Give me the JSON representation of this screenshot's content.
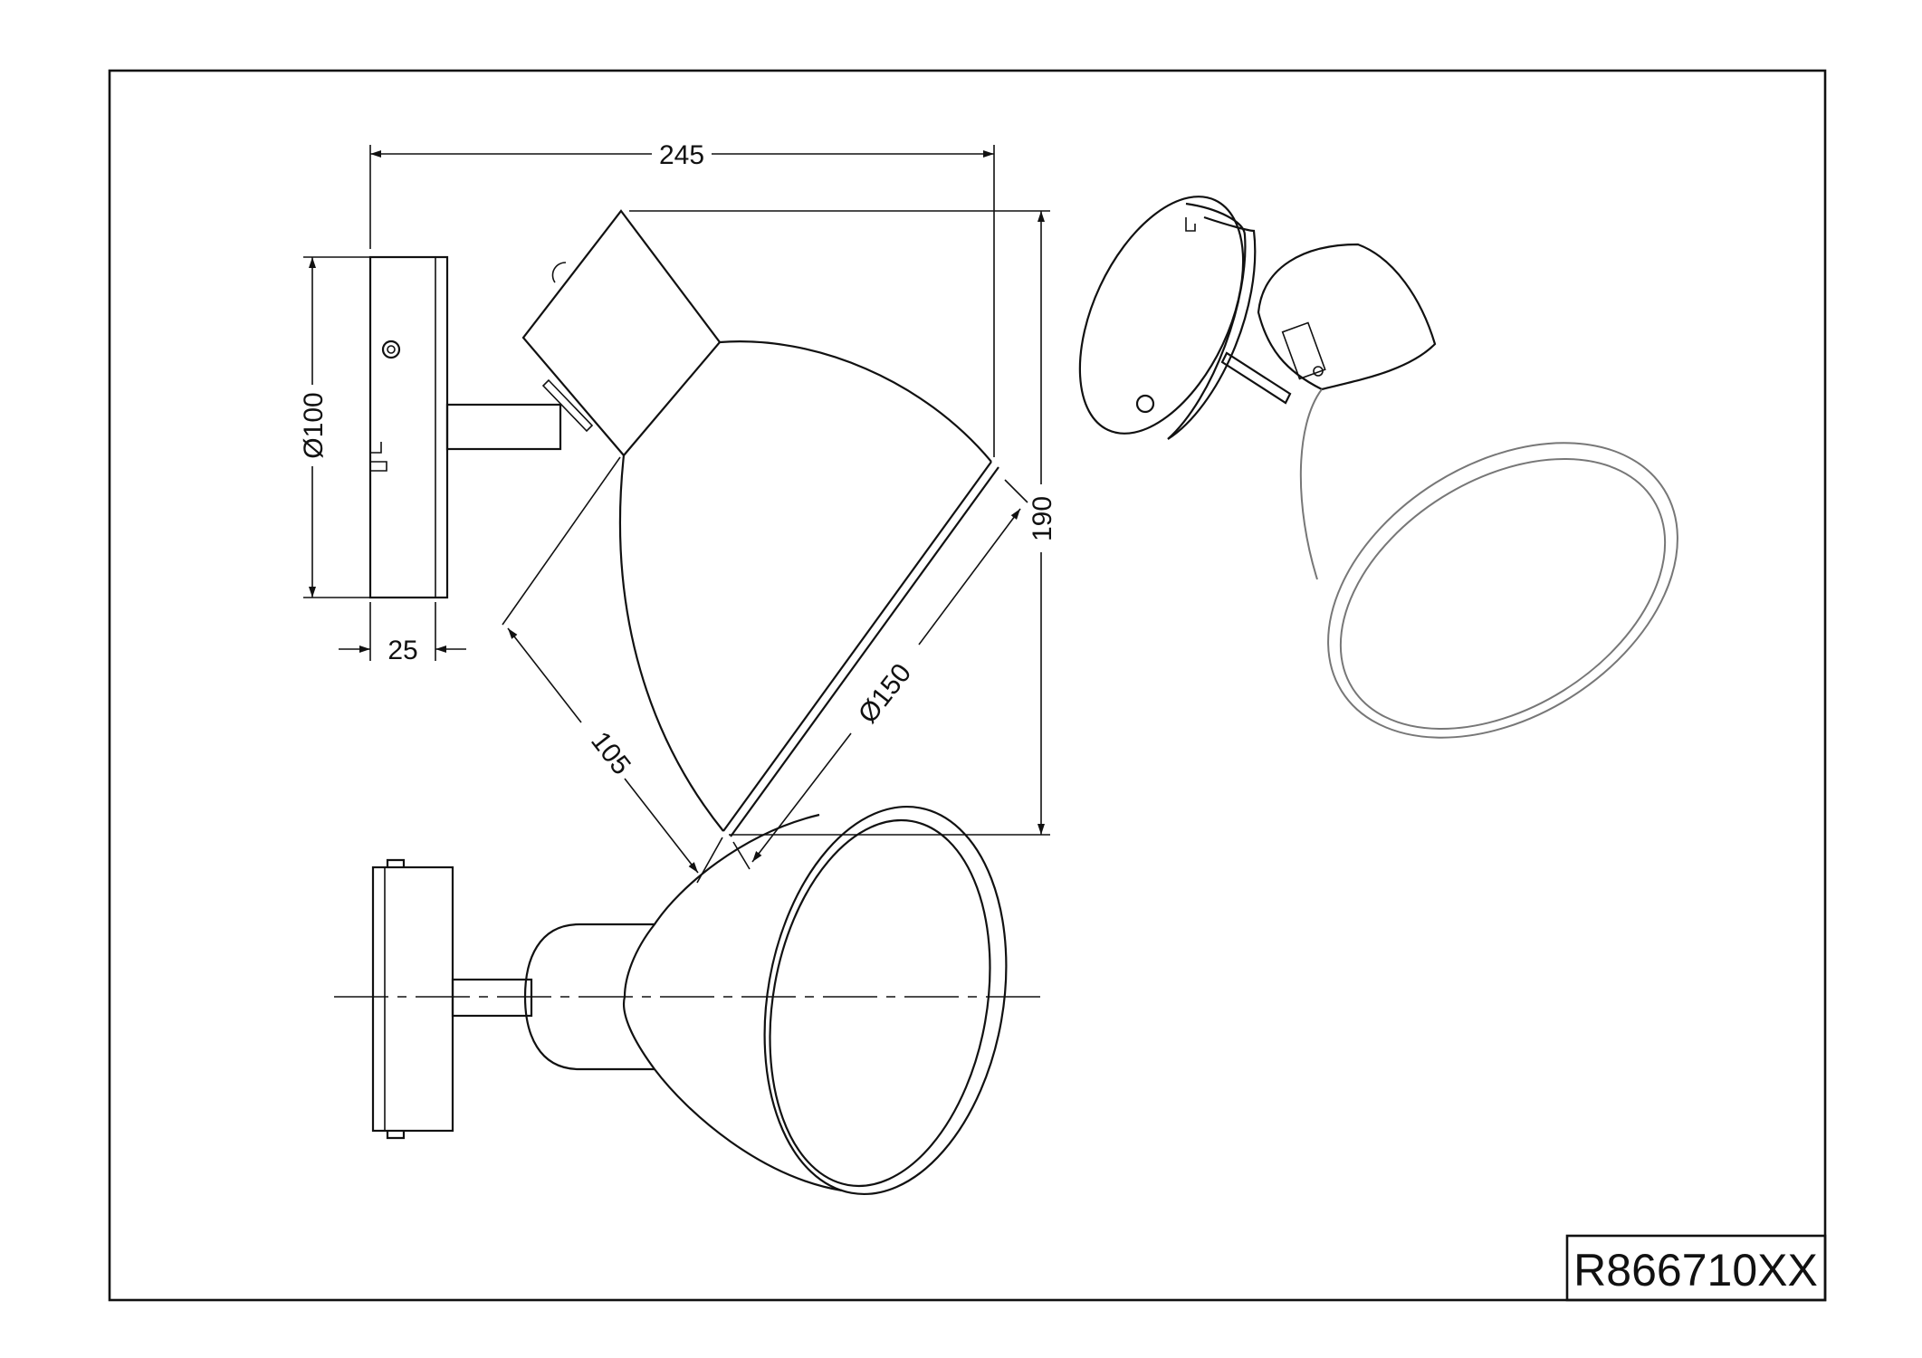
{
  "drawing": {
    "product_code": "R866710XX",
    "dimensions": {
      "overall_width": "245",
      "height": "190",
      "plate_diameter": "Ø100",
      "plate_depth": "25",
      "shade_depth": "105",
      "shade_diameter": "Ø150"
    }
  }
}
